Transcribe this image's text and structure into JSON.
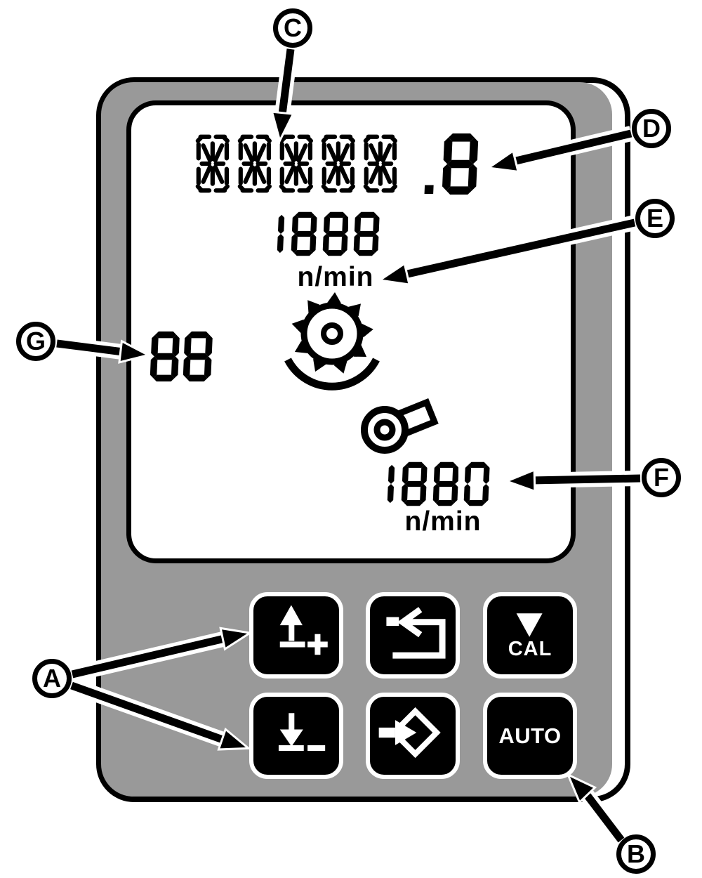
{
  "device": {
    "screen": {
      "top_display": {
        "test_segment_chars": 5,
        "decimal_value": ".8"
      },
      "metering": {
        "value": "1888",
        "unit": "n/min"
      },
      "tramline": {
        "value": "88"
      },
      "fan": {
        "value": "1880",
        "unit": "n/min"
      }
    },
    "keys": {
      "increase": {
        "icon": "arrow-up-plus-icon"
      },
      "return": {
        "icon": "return-loop-arrow-icon"
      },
      "cal": {
        "label": "CAL",
        "icon": "filled-down-triangle-icon"
      },
      "decrease": {
        "icon": "arrow-down-minus-icon"
      },
      "enter": {
        "icon": "enter-diamond-arrow-icon"
      },
      "auto": {
        "label": "AUTO"
      }
    }
  },
  "callouts": {
    "a": {
      "label": "A"
    },
    "b": {
      "label": "B"
    },
    "c": {
      "label": "C"
    },
    "d": {
      "label": "D"
    },
    "e": {
      "label": "E"
    },
    "f": {
      "label": "F"
    },
    "g": {
      "label": "G"
    }
  },
  "colors": {
    "body_gray": "#999999",
    "key_black": "#000000",
    "display_white": "#ffffff",
    "ink": "#000000"
  }
}
